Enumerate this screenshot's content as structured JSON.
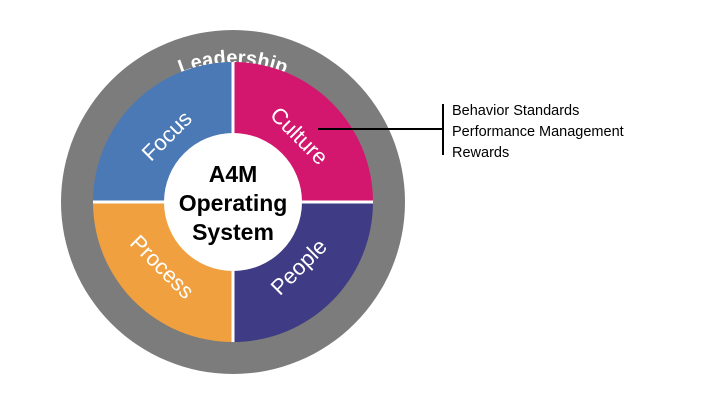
{
  "diagram": {
    "ring": {
      "label": "Leadership",
      "color": "#7b7c7b"
    },
    "segments": [
      {
        "id": "focus",
        "label": "Focus",
        "color": "#4a79b5"
      },
      {
        "id": "culture",
        "label": "Culture",
        "color": "#d4176e"
      },
      {
        "id": "people",
        "label": "People",
        "color": "#3f3b84"
      },
      {
        "id": "process",
        "label": "Process",
        "color": "#f0a03e"
      }
    ],
    "center": {
      "lines": [
        "A4M",
        "Operating",
        "System"
      ],
      "fill": "#ffffff"
    },
    "callout": {
      "attached_to": "Culture",
      "items": [
        "Behavior Standards",
        "Performance Management",
        "Rewards"
      ],
      "line_color": "#000000"
    }
  }
}
